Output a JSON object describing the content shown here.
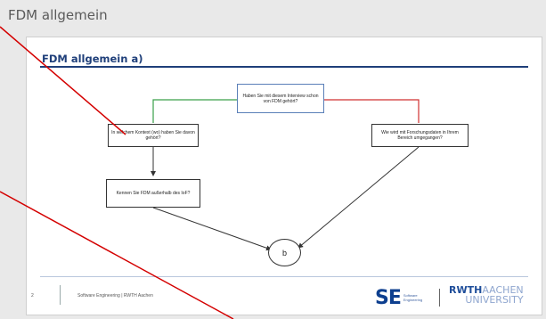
{
  "window": {
    "title": "FDM allgemein"
  },
  "slide": {
    "title": "FDM allgemein a)",
    "boxes": {
      "top": "Haben Sie mit diesem Interview schon von FDM gehört?",
      "left": "In welchem Kontext (wo) haben Sie davon gehört?",
      "right": "Wie wird mit Forschungsdaten in Ihrem Bereich umgegangen?",
      "middle": "Kennen Sie FDM außerhalb des IoF?"
    },
    "end_node": "b",
    "footer": {
      "page_number": "2",
      "text": "Software Engineering | RWTH Aachen"
    },
    "logos": {
      "se_big": "SE",
      "se_small_1": "Software",
      "se_small_2": "Engineering",
      "rwth_bold": "RWTH",
      "rwth_light": "AACHEN",
      "rwth_second": "UNIVERSITY"
    }
  },
  "colors": {
    "yes_branch": "#3aa04a",
    "no_branch": "#d03030",
    "overlay_line": "#d40000",
    "title_blue": "#1f3f7a"
  }
}
